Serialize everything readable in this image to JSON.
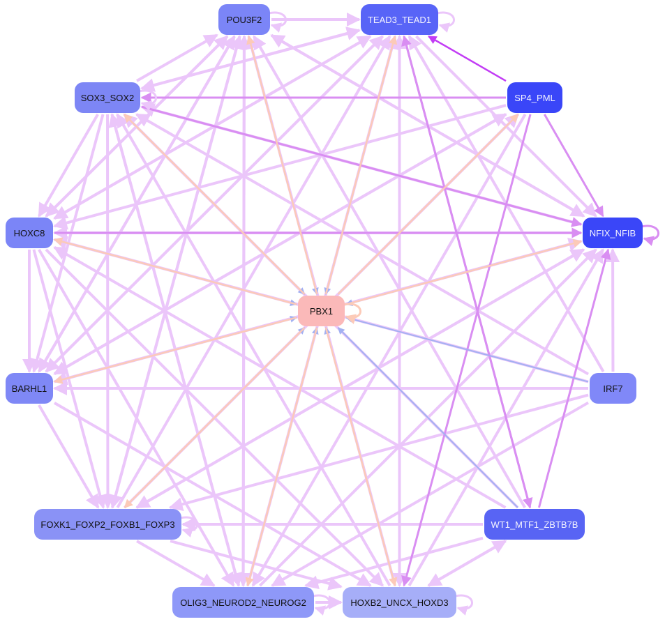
{
  "colors": {
    "light": "#ebc6fa",
    "medium": "#d98ef2",
    "strong": "#c23cf5",
    "blue": "#a3b1f2",
    "peach": "#fccab8"
  },
  "nodes": [
    {
      "id": "POU3F2",
      "label": "POU3F2",
      "color": "#7b85f7",
      "dark": false
    },
    {
      "id": "TEAD3_TEAD1",
      "label": "TEAD3_TEAD1",
      "color": "#5864f7",
      "dark": true
    },
    {
      "id": "SP4_PML",
      "label": "SP4_PML",
      "color": "#3a46f8",
      "dark": true
    },
    {
      "id": "SOX3_SOX2",
      "label": "SOX3_SOX2",
      "color": "#7d86f5",
      "dark": false
    },
    {
      "id": "NFIX_NFIB",
      "label": "NFIX_NFIB",
      "color": "#3a46f8",
      "dark": true
    },
    {
      "id": "HOXC8",
      "label": "HOXC8",
      "color": "#7b85f7",
      "dark": false
    },
    {
      "id": "PBX1",
      "label": "PBX1",
      "color": "#fbb9b9",
      "dark": false
    },
    {
      "id": "BARHL1",
      "label": "BARHL1",
      "color": "#7f88f6",
      "dark": false
    },
    {
      "id": "IRF7",
      "label": "IRF7",
      "color": "#8088f8",
      "dark": false
    },
    {
      "id": "FOXK1_FOXP2_FOXB1_FOXP3",
      "label": "FOXK1_FOXP2_FOXB1_FOXP3",
      "color": "#8a92f6",
      "dark": false
    },
    {
      "id": "WT1_MTF1_ZBTB7B",
      "label": "WT1_MTF1_ZBTB7B",
      "color": "#5864f4",
      "dark": true
    },
    {
      "id": "OLIG3_NEUROD2_NEUROG2",
      "label": "OLIG3_NEUROD2_NEUROG2",
      "color": "#8e98f8",
      "dark": false
    },
    {
      "id": "HOXB2_UNCX_HOXD3",
      "label": "HOXB2_UNCX_HOXD3",
      "color": "#a6aef8",
      "dark": false
    }
  ],
  "edges": [
    [
      "POU3F2",
      "PBX1",
      "blue"
    ],
    [
      "TEAD3_TEAD1",
      "PBX1",
      "blue"
    ],
    [
      "SOX3_SOX2",
      "PBX1",
      "blue"
    ],
    [
      "NFIX_NFIB",
      "PBX1",
      "blue"
    ],
    [
      "IRF7",
      "PBX1",
      "blue"
    ],
    [
      "WT1_MTF1_ZBTB7B",
      "PBX1",
      "blue"
    ],
    [
      "HOXC8",
      "PBX1",
      "blue"
    ],
    [
      "BARHL1",
      "PBX1",
      "blue"
    ],
    [
      "FOXK1_FOXP2_FOXB1_FOXP3",
      "PBX1",
      "blue"
    ],
    [
      "OLIG3_NEUROD2_NEUROG2",
      "PBX1",
      "blue"
    ],
    [
      "HOXB2_UNCX_HOXD3",
      "PBX1",
      "blue"
    ],
    [
      "PBX1",
      "POU3F2",
      "peach"
    ],
    [
      "PBX1",
      "TEAD3_TEAD1",
      "peach"
    ],
    [
      "PBX1",
      "SOX3_SOX2",
      "peach"
    ],
    [
      "PBX1",
      "SP4_PML",
      "peach"
    ],
    [
      "PBX1",
      "NFIX_NFIB",
      "peach"
    ],
    [
      "PBX1",
      "HOXC8",
      "peach"
    ],
    [
      "PBX1",
      "BARHL1",
      "peach"
    ],
    [
      "PBX1",
      "FOXK1_FOXP2_FOXB1_FOXP3",
      "peach"
    ],
    [
      "PBX1",
      "OLIG3_NEUROD2_NEUROG2",
      "peach"
    ],
    [
      "PBX1",
      "HOXB2_UNCX_HOXD3",
      "peach"
    ],
    [
      "SP4_PML",
      "TEAD3_TEAD1",
      "strong"
    ],
    [
      "WT1_MTF1_ZBTB7B",
      "TEAD3_TEAD1",
      "medium"
    ],
    [
      "SP4_PML",
      "NFIX_NFIB",
      "medium"
    ],
    [
      "WT1_MTF1_ZBTB7B",
      "NFIX_NFIB",
      "medium"
    ],
    [
      "SP4_PML",
      "HOXB2_UNCX_HOXD3",
      "medium"
    ],
    [
      "TEAD3_TEAD1",
      "WT1_MTF1_ZBTB7B",
      "medium"
    ],
    [
      "SOX3_SOX2",
      "NFIX_NFIB",
      "medium"
    ],
    [
      "SP4_PML",
      "SOX3_SOX2",
      "medium"
    ],
    [
      "HOXC8",
      "NFIX_NFIB",
      "medium"
    ],
    [
      "POU3F2",
      "TEAD3_TEAD1",
      "light"
    ],
    [
      "SOX3_SOX2",
      "POU3F2",
      "light"
    ],
    [
      "SOX3_SOX2",
      "TEAD3_TEAD1",
      "light"
    ],
    [
      "HOXC8",
      "POU3F2",
      "light"
    ],
    [
      "HOXC8",
      "TEAD3_TEAD1",
      "light"
    ],
    [
      "BARHL1",
      "POU3F2",
      "light"
    ],
    [
      "BARHL1",
      "TEAD3_TEAD1",
      "light"
    ],
    [
      "BARHL1",
      "SP4_PML",
      "light"
    ],
    [
      "FOXK1_FOXP2_FOXB1_FOXP3",
      "POU3F2",
      "light"
    ],
    [
      "FOXK1_FOXP2_FOXB1_FOXP3",
      "TEAD3_TEAD1",
      "light"
    ],
    [
      "FOXK1_FOXP2_FOXB1_FOXP3",
      "NFIX_NFIB",
      "light"
    ],
    [
      "OLIG3_NEUROD2_NEUROG2",
      "POU3F2",
      "light"
    ],
    [
      "OLIG3_NEUROD2_NEUROG2",
      "TEAD3_TEAD1",
      "light"
    ],
    [
      "OLIG3_NEUROD2_NEUROG2",
      "NFIX_NFIB",
      "light"
    ],
    [
      "HOXB2_UNCX_HOXD3",
      "TEAD3_TEAD1",
      "light"
    ],
    [
      "HOXB2_UNCX_HOXD3",
      "SOX3_SOX2",
      "light"
    ],
    [
      "HOXB2_UNCX_HOXD3",
      "POU3F2",
      "light"
    ],
    [
      "IRF7",
      "NFIX_NFIB",
      "light"
    ],
    [
      "IRF7",
      "HOXC8",
      "light"
    ],
    [
      "IRF7",
      "BARHL1",
      "light"
    ],
    [
      "IRF7",
      "FOXK1_FOXP2_FOXB1_FOXP3",
      "light"
    ],
    [
      "IRF7",
      "OLIG3_NEUROD2_NEUROG2",
      "light"
    ],
    [
      "IRF7",
      "SOX3_SOX2",
      "light"
    ],
    [
      "IRF7",
      "TEAD3_TEAD1",
      "light"
    ],
    [
      "WT1_MTF1_ZBTB7B",
      "FOXK1_FOXP2_FOXB1_FOXP3",
      "light"
    ],
    [
      "WT1_MTF1_ZBTB7B",
      "HOXC8",
      "light"
    ],
    [
      "WT1_MTF1_ZBTB7B",
      "SOX3_SOX2",
      "light"
    ],
    [
      "WT1_MTF1_ZBTB7B",
      "POU3F2",
      "light"
    ],
    [
      "WT1_MTF1_ZBTB7B",
      "HOXB2_UNCX_HOXD3",
      "light"
    ],
    [
      "WT1_MTF1_ZBTB7B",
      "OLIG3_NEUROD2_NEUROG2",
      "light"
    ],
    [
      "SOX3_SOX2",
      "HOXC8",
      "light"
    ],
    [
      "SOX3_SOX2",
      "BARHL1",
      "light"
    ],
    [
      "SOX3_SOX2",
      "FOXK1_FOXP2_FOXB1_FOXP3",
      "light"
    ],
    [
      "SOX3_SOX2",
      "OLIG3_NEUROD2_NEUROG2",
      "light"
    ],
    [
      "POU3F2",
      "HOXC8",
      "light"
    ],
    [
      "POU3F2",
      "BARHL1",
      "light"
    ],
    [
      "POU3F2",
      "FOXK1_FOXP2_FOXB1_FOXP3",
      "light"
    ],
    [
      "POU3F2",
      "OLIG3_NEUROD2_NEUROG2",
      "light"
    ],
    [
      "POU3F2",
      "NFIX_NFIB",
      "light"
    ],
    [
      "TEAD3_TEAD1",
      "SOX3_SOX2",
      "light"
    ],
    [
      "TEAD3_TEAD1",
      "HOXC8",
      "light"
    ],
    [
      "TEAD3_TEAD1",
      "BARHL1",
      "light"
    ],
    [
      "TEAD3_TEAD1",
      "HOXB2_UNCX_HOXD3",
      "light"
    ],
    [
      "TEAD3_TEAD1",
      "NFIX_NFIB",
      "light"
    ],
    [
      "HOXC8",
      "BARHL1",
      "light"
    ],
    [
      "HOXC8",
      "FOXK1_FOXP2_FOXB1_FOXP3",
      "light"
    ],
    [
      "HOXC8",
      "HOXB2_UNCX_HOXD3",
      "light"
    ],
    [
      "HOXC8",
      "OLIG3_NEUROD2_NEUROG2",
      "light"
    ],
    [
      "BARHL1",
      "FOXK1_FOXP2_FOXB1_FOXP3",
      "light"
    ],
    [
      "BARHL1",
      "HOXB2_UNCX_HOXD3",
      "light"
    ],
    [
      "BARHL1",
      "NFIX_NFIB",
      "light"
    ],
    [
      "FOXK1_FOXP2_FOXB1_FOXP3",
      "OLIG3_NEUROD2_NEUROG2",
      "light"
    ],
    [
      "FOXK1_FOXP2_FOXB1_FOXP3",
      "HOXB2_UNCX_HOXD3",
      "light"
    ],
    [
      "FOXK1_FOXP2_FOXB1_FOXP3",
      "SP4_PML",
      "light"
    ],
    [
      "OLIG3_NEUROD2_NEUROG2",
      "HOXB2_UNCX_HOXD3",
      "light"
    ],
    [
      "OLIG3_NEUROD2_NEUROG2",
      "SOX3_SOX2",
      "light"
    ],
    [
      "HOXB2_UNCX_HOXD3",
      "WT1_MTF1_ZBTB7B",
      "light"
    ],
    [
      "HOXB2_UNCX_HOXD3",
      "NFIX_NFIB",
      "light"
    ],
    [
      "SP4_PML",
      "HOXC8",
      "light"
    ],
    [
      "SP4_PML",
      "BARHL1",
      "light"
    ],
    [
      "SP4_PML",
      "OLIG3_NEUROD2_NEUROG2",
      "light"
    ],
    [
      "NFIX_NFIB",
      "SOX3_SOX2",
      "light"
    ],
    [
      "NFIX_NFIB",
      "HOXC8",
      "light"
    ],
    [
      "NFIX_NFIB",
      "FOXK1_FOXP2_FOXB1_FOXP3",
      "light"
    ],
    [
      "NFIX_NFIB",
      "BARHL1",
      "light"
    ],
    [
      "NFIX_NFIB",
      "POU3F2",
      "light"
    ]
  ],
  "self_loops": [
    [
      "POU3F2",
      "light"
    ],
    [
      "TEAD3_TEAD1",
      "light"
    ],
    [
      "SOX3_SOX2",
      "light"
    ],
    [
      "NFIX_NFIB",
      "medium"
    ],
    [
      "PBX1",
      "peach"
    ],
    [
      "FOXK1_FOXP2_FOXB1_FOXP3",
      "light"
    ],
    [
      "OLIG3_NEUROD2_NEUROG2",
      "light"
    ],
    [
      "HOXB2_UNCX_HOXD3",
      "light"
    ]
  ]
}
